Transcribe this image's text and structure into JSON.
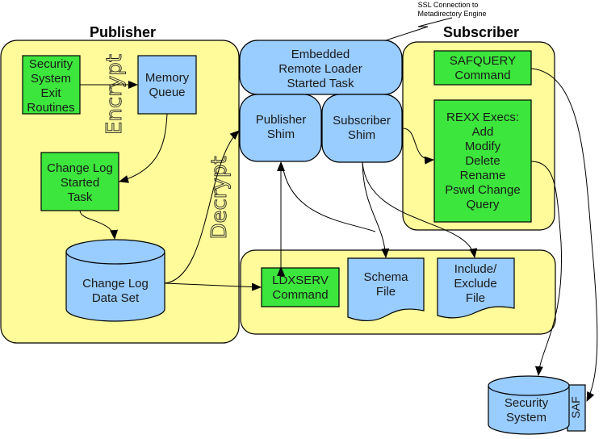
{
  "title": "Publisher / Subscriber Architecture",
  "colors": {
    "zone": "#fffa9a",
    "component_blue": "#99ccff",
    "component_green": "#3ce63c"
  },
  "sections": {
    "publisher": "Publisher",
    "subscriber": "Subscriber"
  },
  "ssl_note": {
    "line1": "SSL Connection to",
    "line2": "Metadirectory Engine"
  },
  "labels": {
    "encrypt": "Encrypt",
    "decrypt": "Decrypt"
  },
  "nodes": {
    "security_exit": [
      "Security",
      "System",
      "Exit",
      "Routines"
    ],
    "memory_queue": [
      "Memory",
      "Queue"
    ],
    "change_log_task": [
      "Change Log",
      "Started",
      "Task"
    ],
    "change_log_ds": [
      "Change Log",
      "Data Set"
    ],
    "remote_loader": [
      "Embedded",
      "Remote Loader",
      "Started Task"
    ],
    "publisher_shim": [
      "Publisher",
      "Shim"
    ],
    "subscriber_shim": [
      "Subscriber",
      "Shim"
    ],
    "safquery": [
      "SAFQUERY",
      "Command"
    ],
    "rexx": [
      "REXX Execs:",
      "Add",
      "Modify",
      "Delete",
      "Rename",
      "Pswd Change",
      "Query"
    ],
    "ldxserv": [
      "LDXSERV",
      "Command"
    ],
    "schema_file": [
      "Schema",
      "File"
    ],
    "include_exclude": [
      "Include/",
      "Exclude",
      "File"
    ],
    "security_system": [
      "Security",
      "System"
    ],
    "saf": "SAF"
  }
}
